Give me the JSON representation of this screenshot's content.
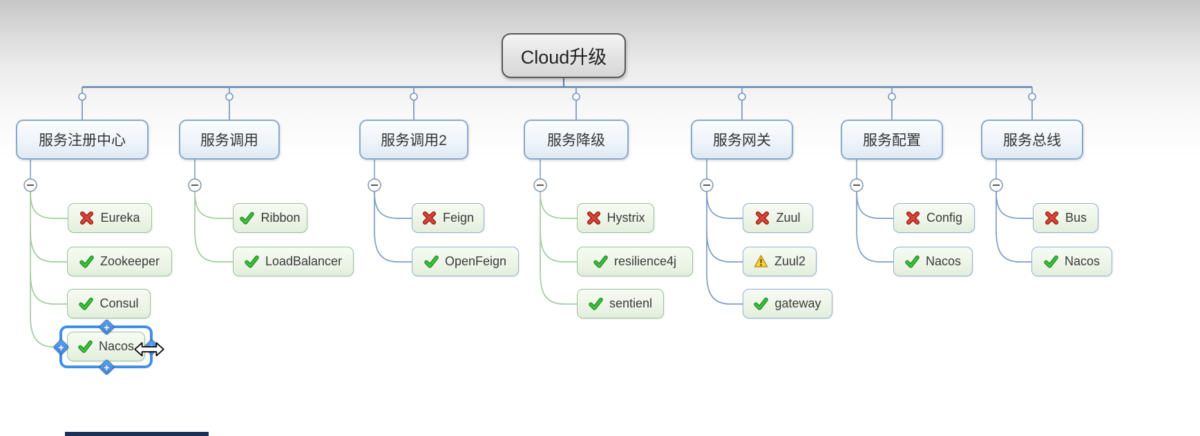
{
  "root": {
    "label": "Cloud升级"
  },
  "ui": {
    "collapse_glyph": "−",
    "add_glyph": "+"
  },
  "colors": {
    "selection_accent": "#3f8fe8",
    "branch_line_green": "#a2cba0",
    "branch_line_blue": "#7596bf",
    "status_adopted": "#2fb52f",
    "status_rejected": "#cf3428",
    "status_warning": "#f5c63c"
  },
  "branches": [
    {
      "label": "服务注册中心",
      "palette": "green",
      "collapsed": false,
      "children": [
        {
          "label": "Eureka",
          "status": "rejected"
        },
        {
          "label": "Zookeeper",
          "status": "adopted"
        },
        {
          "label": "Consul",
          "status": "adopted"
        },
        {
          "label": "Nacos",
          "status": "adopted",
          "selected": true
        }
      ]
    },
    {
      "label": "服务调用",
      "palette": "green",
      "collapsed": false,
      "children": [
        {
          "label": "Ribbon",
          "status": "adopted"
        },
        {
          "label": "LoadBalancer",
          "status": "adopted"
        }
      ]
    },
    {
      "label": "服务调用2",
      "palette": "blue",
      "collapsed": false,
      "children": [
        {
          "label": "Feign",
          "status": "rejected"
        },
        {
          "label": "OpenFeign",
          "status": "adopted"
        }
      ]
    },
    {
      "label": "服务降级",
      "palette": "green",
      "collapsed": false,
      "children": [
        {
          "label": "Hystrix",
          "status": "rejected"
        },
        {
          "label": "resilience4j",
          "status": "adopted"
        },
        {
          "label": "sentienl",
          "status": "adopted"
        }
      ]
    },
    {
      "label": "服务网关",
      "palette": "blue",
      "collapsed": false,
      "children": [
        {
          "label": "Zuul",
          "status": "rejected"
        },
        {
          "label": "Zuul2",
          "status": "warning"
        },
        {
          "label": "gateway",
          "status": "adopted"
        }
      ]
    },
    {
      "label": "服务配置",
      "palette": "blue",
      "collapsed": false,
      "children": [
        {
          "label": "Config",
          "status": "rejected"
        },
        {
          "label": "Nacos",
          "status": "adopted"
        }
      ]
    },
    {
      "label": "服务总线",
      "palette": "blue",
      "collapsed": false,
      "children": [
        {
          "label": "Bus",
          "status": "rejected"
        },
        {
          "label": "Nacos",
          "status": "adopted"
        }
      ]
    }
  ],
  "selection": {
    "selected_topic": "Nacos",
    "parent_branch": "服务注册中心",
    "cursor": "horizontal-resize"
  }
}
